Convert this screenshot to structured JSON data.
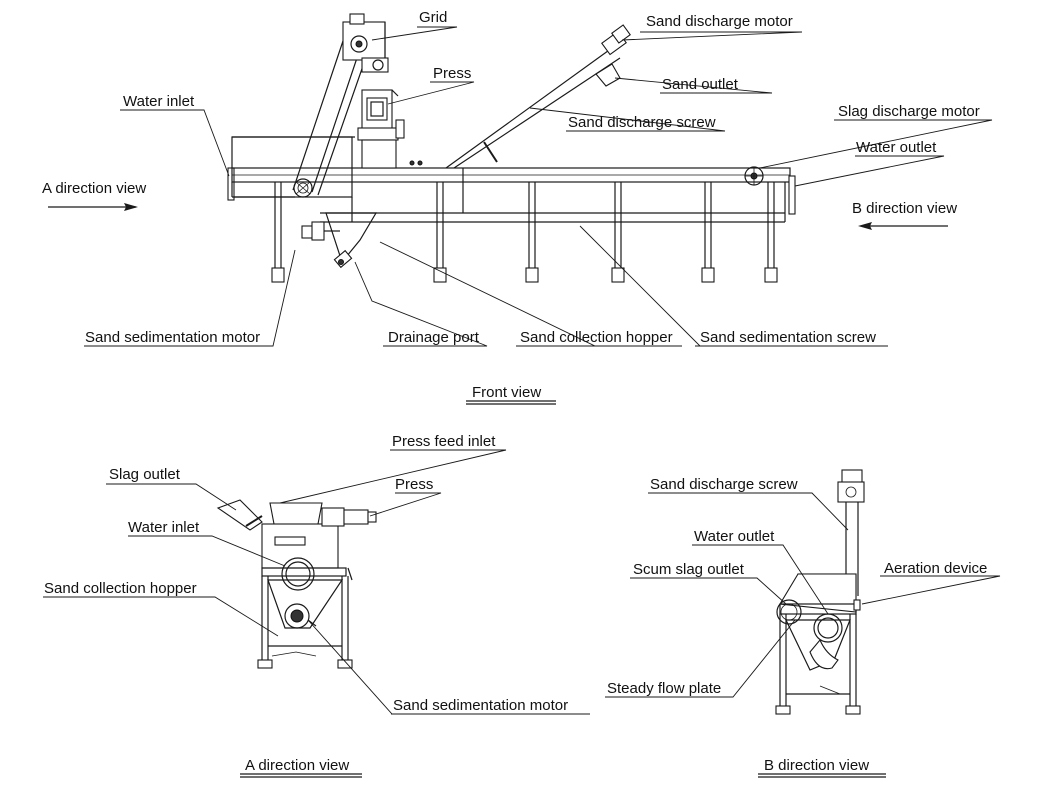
{
  "front_view": {
    "title": "Front view",
    "labels": {
      "grid": "Grid",
      "sand_discharge_motor": "Sand discharge motor",
      "press": "Press",
      "sand_outlet": "Sand outlet",
      "water_inlet": "Water inlet",
      "sand_discharge_screw": "Sand discharge screw",
      "slag_discharge_motor": "Slag discharge motor",
      "water_outlet": "Water outlet",
      "a_direction_view": "A direction view",
      "b_direction_view": "B direction view",
      "sand_sedimentation_motor": "Sand sedimentation motor",
      "drainage_port": "Drainage port",
      "sand_collection_hopper": "Sand collection hopper",
      "sand_sedimentation_screw": "Sand sedimentation screw"
    }
  },
  "a_view": {
    "title": "A direction view",
    "labels": {
      "press_feed_inlet": "Press feed inlet",
      "slag_outlet": "Slag outlet",
      "press": "Press",
      "water_inlet": "Water inlet",
      "sand_collection_hopper": "Sand collection hopper",
      "sand_sedimentation_motor": "Sand sedimentation motor"
    }
  },
  "b_view": {
    "title": "B direction view",
    "labels": {
      "sand_discharge_screw": "Sand discharge screw",
      "water_outlet": "Water outlet",
      "scum_slag_outlet": "Scum slag outlet",
      "aeration_device": "Aeration device",
      "steady_flow_plate": "Steady flow plate"
    }
  }
}
